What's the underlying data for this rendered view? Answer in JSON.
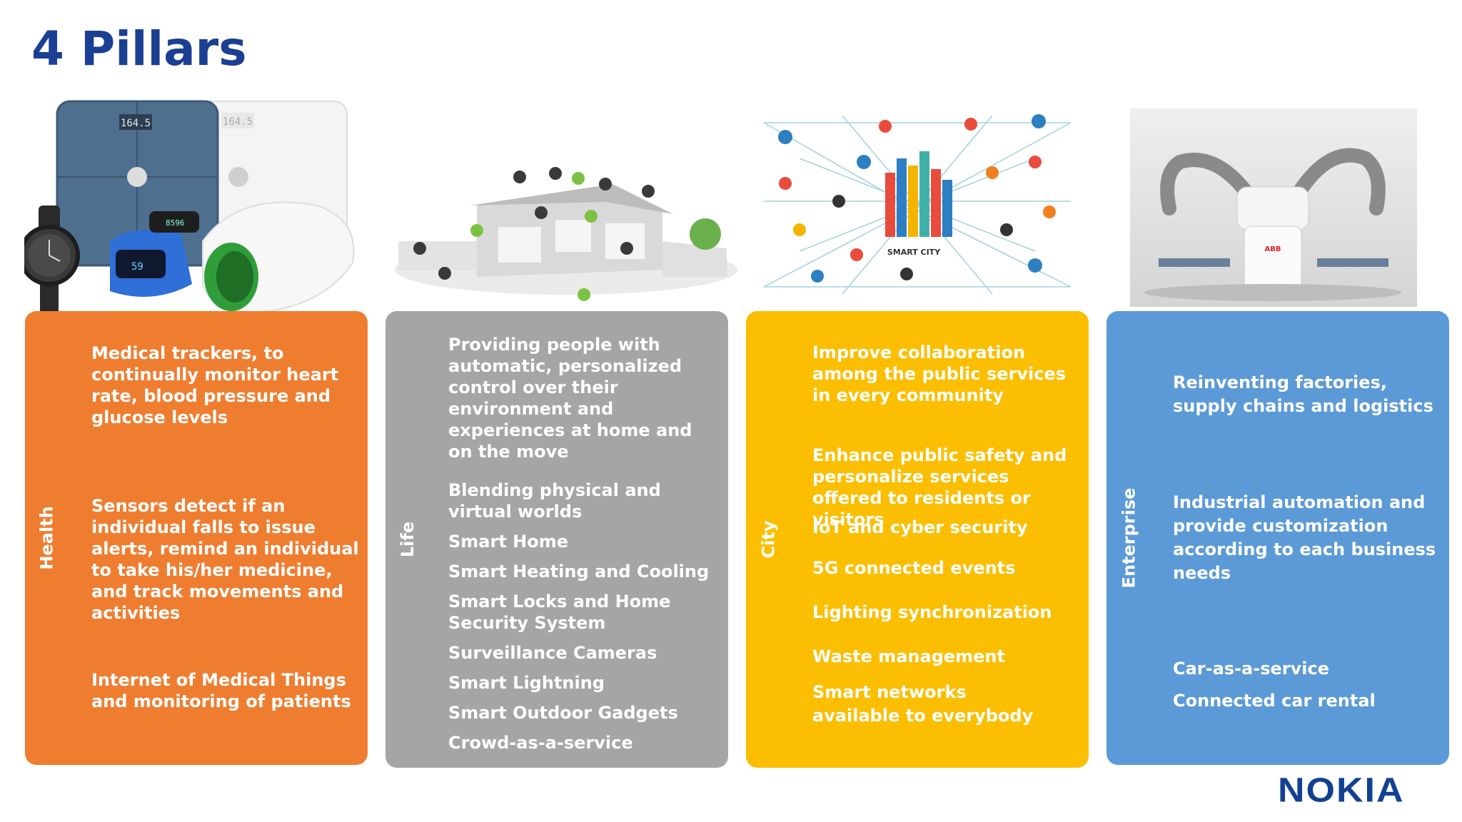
{
  "title": "4 Pillars",
  "colors": {
    "title": "#1b3f93",
    "health": "#ef7d30",
    "life": "#a5a5a5",
    "city": "#fbbe00",
    "enterprise": "#5b9ad6",
    "nokia": "#124191"
  },
  "images": {
    "health": "Health devices: smart scales, watch, fitness bands, blood pressure cuff",
    "health_scale_reading": "164.5",
    "health_watch_reading": "59",
    "health_band_reading": "8596",
    "life": "Connected smart home illustration with icons",
    "city": "Smart city network diagram",
    "city_label": "SMART CITY",
    "enterprise": "Industrial robot arms",
    "enterprise_brand": "ABB"
  },
  "panels": {
    "health": {
      "label": "Health",
      "items": [
        "Medical trackers, to continually monitor heart rate, blood pressure and glucose levels",
        "Sensors detect if an individual falls to issue alerts, remind an individual to take his/her medicine, and track movements and activities",
        "Internet of Medical Things and monitoring of patients"
      ]
    },
    "life": {
      "label": "Life",
      "items": [
        "Providing people with automatic, personalized control over their environment and experiences at home and on the move",
        "Blending physical and virtual worlds",
        "Smart Home",
        "Smart Heating and Cooling",
        "Smart Locks and Home Security System",
        "Surveillance Cameras",
        "Smart Lightning",
        "Smart Outdoor Gadgets",
        "Crowd-as-a-service"
      ]
    },
    "city": {
      "label": "City",
      "items": [
        "Improve collaboration among the public services in every community",
        "Enhance public safety and personalize services offered to residents or visitors",
        "IoT and cyber security",
        "5G connected events",
        "Lighting synchronization",
        "Waste management",
        "Smart networks available to everybody"
      ]
    },
    "enterprise": {
      "label": "Enterprise",
      "items": [
        "Reinventing factories, supply chains and logistics",
        "Industrial automation and provide customization according to each business needs",
        "Car-as-a-service",
        "Connected car rental"
      ]
    }
  },
  "logo": "NOKIA"
}
